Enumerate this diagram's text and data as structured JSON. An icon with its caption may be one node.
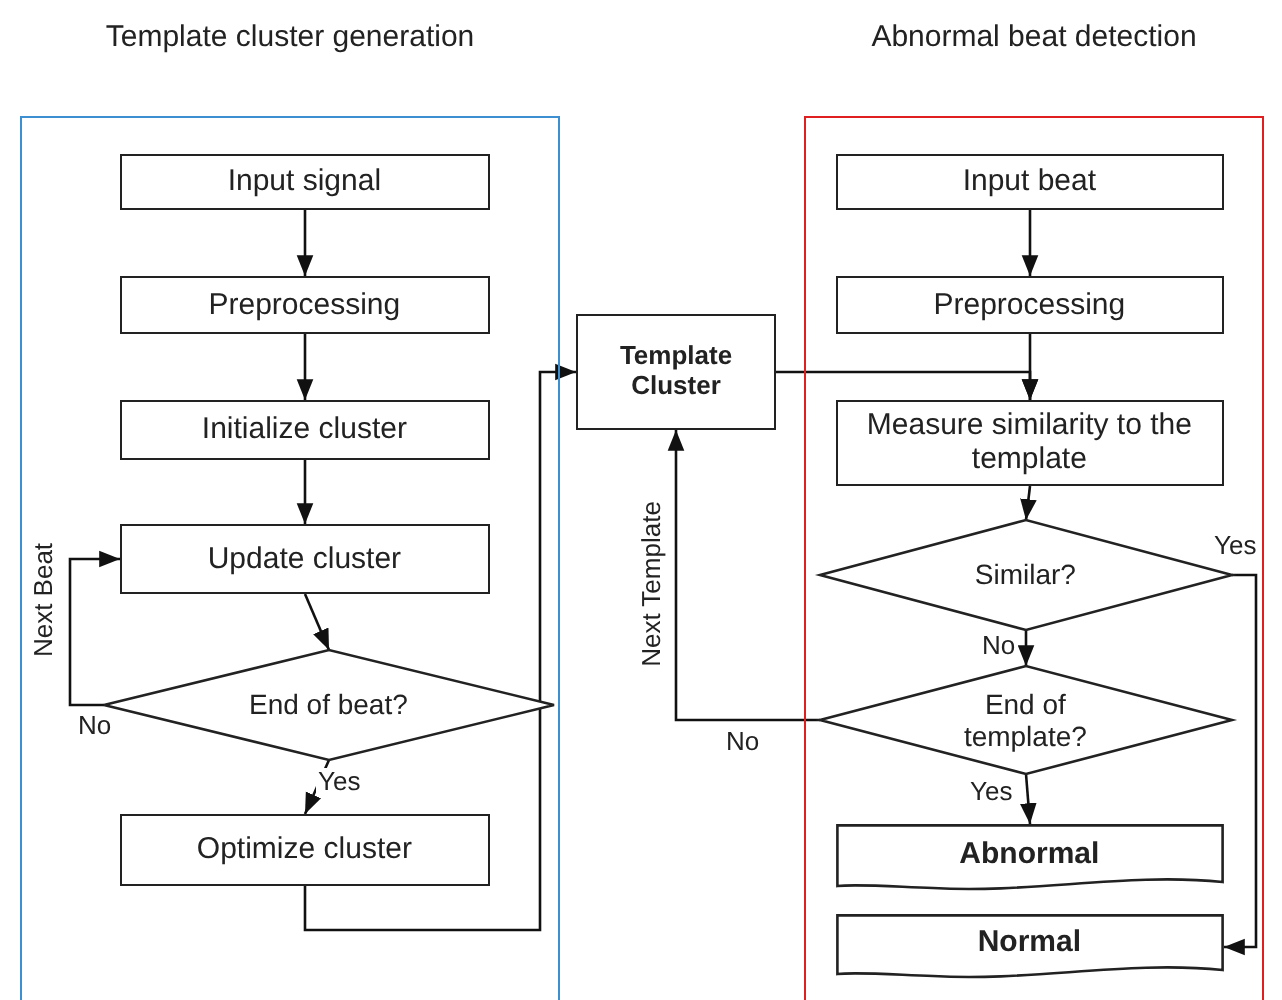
{
  "diagram": {
    "nodes": [
      {
        "text": [
          "Template cluster generation"
        ]
      },
      {
        "text": [
          "Input signal"
        ],
        "in": 0
      },
      {
        "text": [
          "Preprocessing"
        ],
        "in": 0
      },
      {
        "text": [
          "Initialize cluster"
        ],
        "in": 0
      },
      {
        "text": [
          "Update cluster"
        ],
        "in": 0
      },
      {
        "text": [
          "End of beat?"
        ],
        "in": 0
      },
      {
        "text": [
          "Optimize cluster"
        ],
        "in": 0
      },
      {
        "text": [
          "Abnormal beat detection"
        ]
      },
      {
        "text": [
          "Input beat"
        ],
        "in": 7
      },
      {
        "text": [
          "Preprocessing"
        ],
        "in": 7
      },
      {
        "text": [
          "Measure similarity to the template"
        ],
        "in": 7
      },
      {
        "text": [
          "Similar?"
        ],
        "in": 7
      },
      {
        "text": [
          "End of template?"
        ],
        "in": 7
      },
      {
        "text": [
          "Abnormal"
        ],
        "in": 7
      },
      {
        "text": [
          "Normal"
        ],
        "in": 7
      },
      {
        "text": [
          "Template Cluster"
        ]
      }
    ],
    "edges": [
      {
        "from": 1,
        "to": 2,
        "arrow": "to"
      },
      {
        "from": 2,
        "to": 3,
        "arrow": "to"
      },
      {
        "from": 3,
        "to": 4,
        "arrow": "to"
      },
      {
        "from": 4,
        "to": 5,
        "arrow": "to"
      },
      {
        "from": 5,
        "to": 4,
        "arrow": "to",
        "label": "No"
      },
      {
        "from": 5,
        "to": 6,
        "arrow": "to",
        "label": "Yes"
      },
      {
        "from": 6,
        "to": 15,
        "arrow": "to"
      },
      {
        "from": 8,
        "to": 9,
        "arrow": "to"
      },
      {
        "from": 9,
        "to": 10,
        "arrow": "to"
      },
      {
        "from": 15,
        "to": 10,
        "arrow": "to"
      },
      {
        "from": 10,
        "to": 11,
        "arrow": "to"
      },
      {
        "from": 11,
        "to": 12,
        "arrow": "to",
        "label": "No"
      },
      {
        "from": 11,
        "to": 14,
        "arrow": "to",
        "label": "Yes"
      },
      {
        "from": 12,
        "to": 13,
        "arrow": "to",
        "label": "Yes"
      },
      {
        "from": 12,
        "to": 15,
        "arrow": "to",
        "label": "No"
      }
    ],
    "labels": [
      "Next Beat",
      "Next Template"
    ]
  }
}
